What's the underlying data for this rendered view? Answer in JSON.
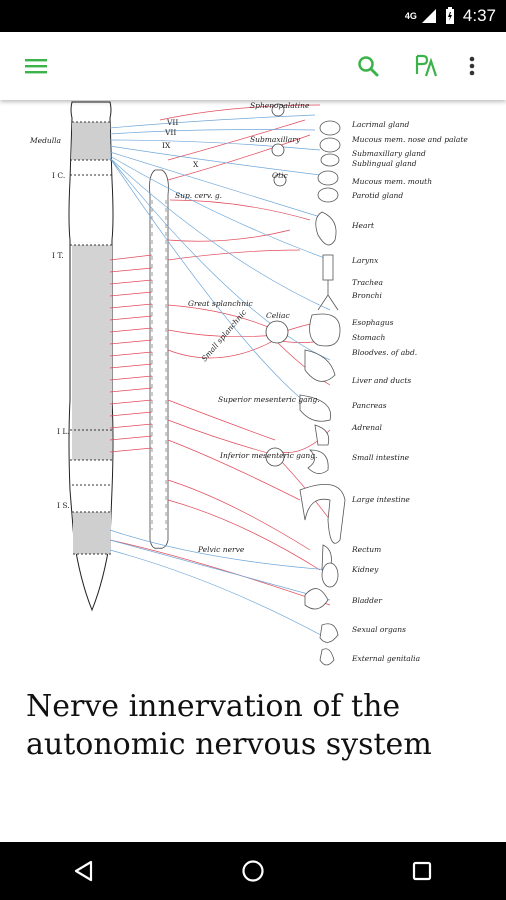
{
  "status_bar": {
    "network": "4G",
    "time": "4:37"
  },
  "app_bar": {
    "menu_icon": "hamburger-menu-icon",
    "search_icon": "search-icon",
    "dictionary_icon": "dictionary-icon",
    "overflow_icon": "more-vert-icon",
    "accent_color": "#3bb34a"
  },
  "figure": {
    "left_labels": [
      "Medulla",
      "I C.",
      "I T.",
      "I L.",
      "I S."
    ],
    "cranial_labels": [
      "VII",
      "VII",
      "IX",
      "X"
    ],
    "center_labels": [
      "Sphenopalatine",
      "Submaxillary",
      "Otic",
      "Sup. cerv. g.",
      "Great splanchnic",
      "Small splanchnic",
      "Celiac",
      "Superior mesenteric gang.",
      "Inferior mesenteric gang.",
      "Pelvic nerve"
    ],
    "organ_labels": [
      "Lacrimal gland",
      "Mucous mem. nose and palate",
      "Submaxillary gland",
      "Sublingual gland",
      "Mucous mem. mouth",
      "Parotid gland",
      "Heart",
      "Larynx",
      "Trachea",
      "Bronchi",
      "Esophagus",
      "Stomach",
      "Bloodves. of abd.",
      "Liver and ducts",
      "Pancreas",
      "Adrenal",
      "Small intestine",
      "Large intestine",
      "Rectum",
      "Kidney",
      "Bladder",
      "Sexual organs",
      "External genitalia"
    ]
  },
  "caption": "Nerve innervation of the autonomic nervous system",
  "nav_bar": {
    "back_icon": "back-triangle-icon",
    "home_icon": "home-circle-icon",
    "recents_icon": "recents-square-icon"
  }
}
